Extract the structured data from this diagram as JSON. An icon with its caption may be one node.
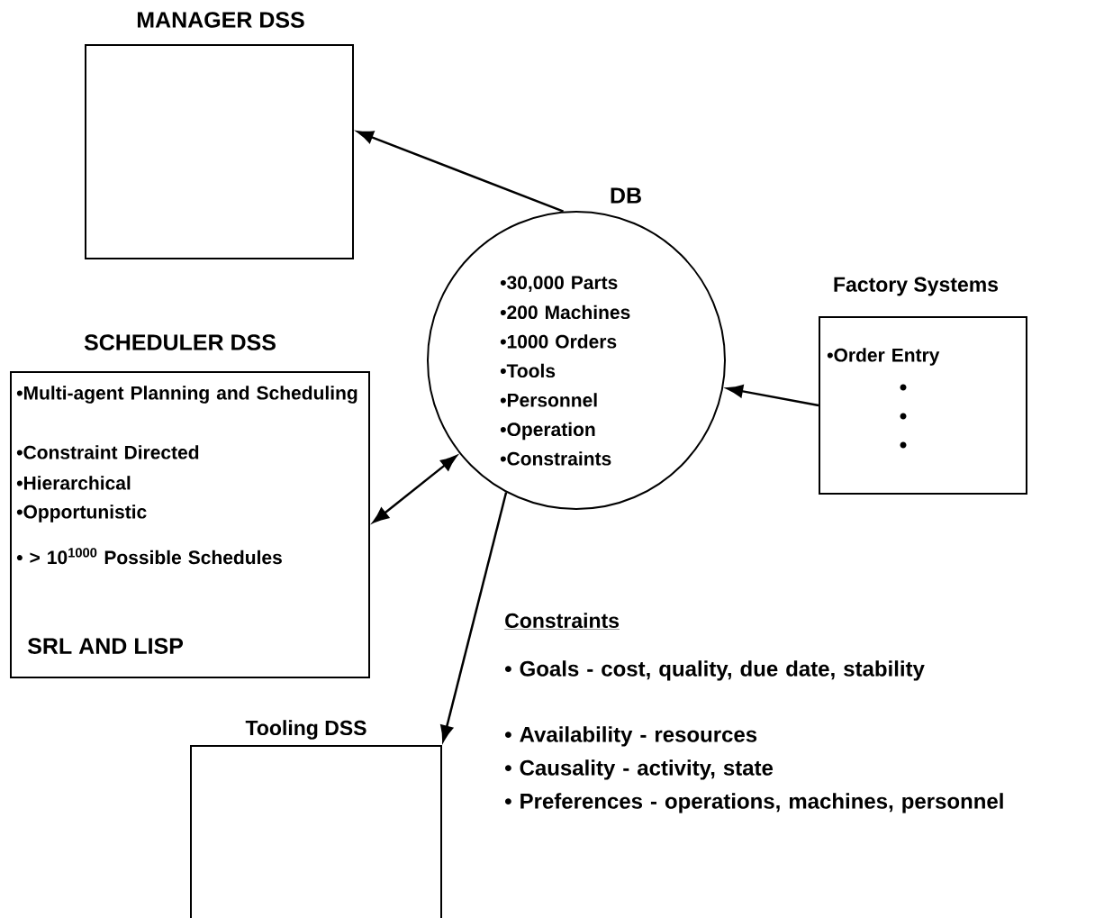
{
  "diagram": {
    "nodes": [
      {
        "text": [
          "MANAGER DSS"
        ]
      },
      {
        "text": [
          "DB",
          "•30,000 Parts",
          "•200 Machines",
          "•1000 Orders",
          "•Tools",
          "•Personnel",
          "•Operation",
          "•Constraints"
        ]
      },
      {
        "text": [
          "Factory Systems",
          "•Order Entry"
        ]
      },
      {
        "text": [
          "SCHEDULER DSS",
          "•Multi-agent Planning and Scheduling",
          "•Constraint Directed",
          "•Hierarchical",
          "•Opportunistic",
          "• > 10$^{1000}$ Possible Schedules",
          "SRL AND LISP"
        ]
      },
      {
        "text": [
          "Tooling DSS"
        ]
      }
    ],
    "edges": [
      {
        "from": 1,
        "to": 0,
        "arrow": "to"
      },
      {
        "from": 2,
        "to": 1,
        "arrow": "to"
      },
      {
        "from": 3,
        "to": 1,
        "arrow": "both"
      },
      {
        "from": 1,
        "to": 4,
        "arrow": "to"
      }
    ],
    "labels": [
      "Constraints",
      "• Goals - cost, quality, due date, stability",
      "• Availability - resources",
      "• Causality - activity, state",
      "• Preferences - operations, machines, personnel"
    ]
  }
}
